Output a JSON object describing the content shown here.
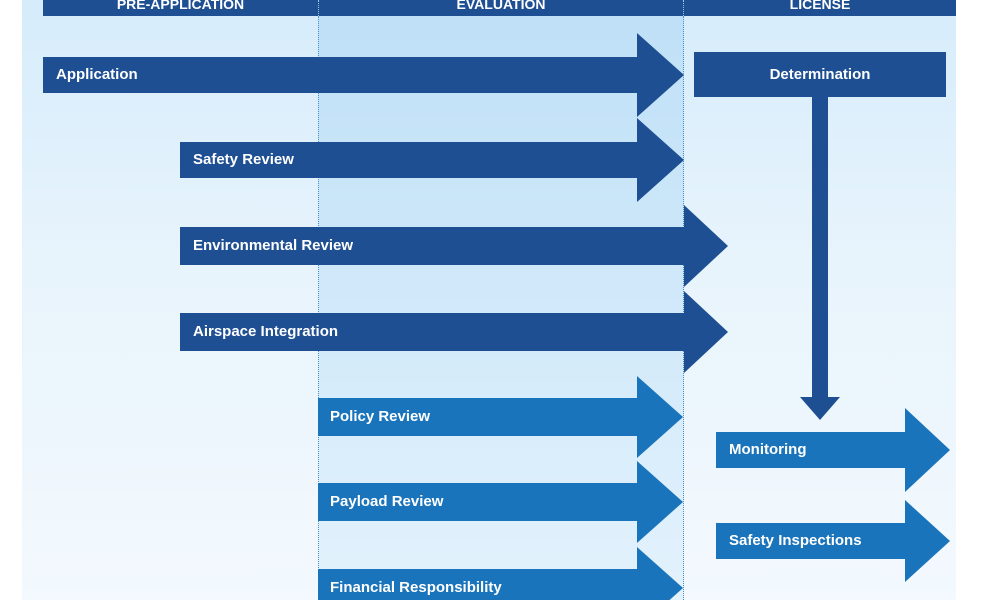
{
  "header": {
    "columns": [
      {
        "label": "PRE-APPLICATION"
      },
      {
        "label": "EVALUATION"
      },
      {
        "label": "LICENSE"
      }
    ]
  },
  "nodes": {
    "application": "Application",
    "determination": "Determination",
    "safety_review": "Safety Review",
    "environmental_review": "Environmental Review",
    "airspace_integration": "Airspace Integration",
    "policy_review": "Policy Review",
    "payload_review": "Payload Review",
    "financial_responsibility": "Financial Responsibility",
    "monitoring": "Monitoring",
    "safety_inspections": "Safety Inspections"
  },
  "colors": {
    "dark_arrow": "#1e4f93",
    "light_arrow": "#1a74bb",
    "header": "#1e4f93"
  }
}
